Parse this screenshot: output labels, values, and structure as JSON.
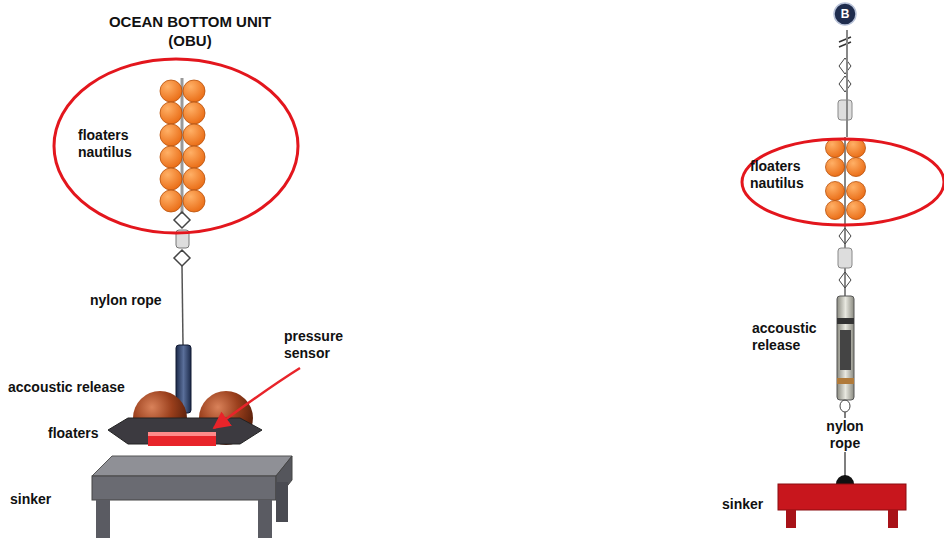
{
  "diagram": {
    "title": "OCEAN BOTTOM UNIT (OBU)",
    "nodes": [
      {
        "text": [
          "floaters nautilus"
        ]
      },
      {
        "text": [
          "B"
        ]
      },
      {
        "text": [
          "floaters nautilus"
        ]
      }
    ],
    "edges": [
      {
        "from": 1,
        "to": 2,
        "arrow": "none"
      }
    ],
    "labels": [
      "nylon rope",
      "pressure sensor",
      "accoustic release",
      "floaters",
      "sinker",
      "accoustic release",
      "nylon rope",
      "sinker"
    ]
  }
}
